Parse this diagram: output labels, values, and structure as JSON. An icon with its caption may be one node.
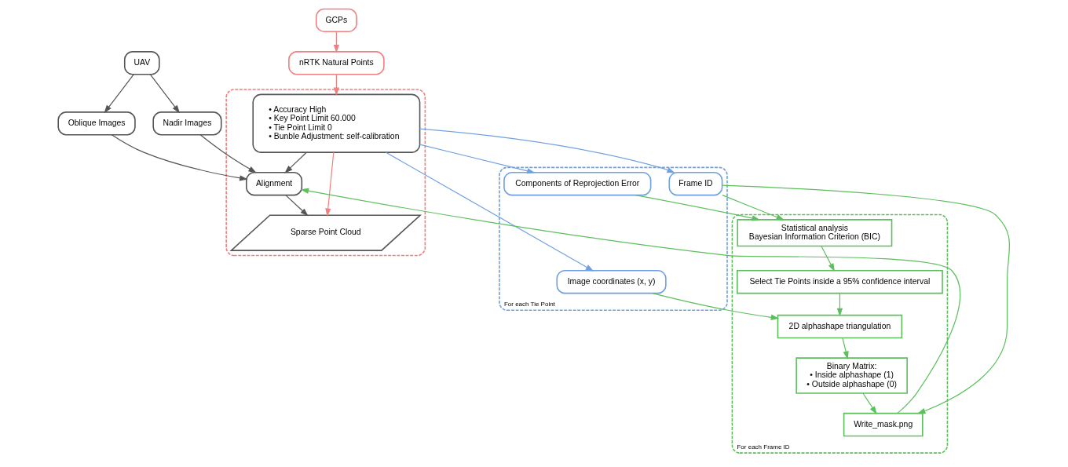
{
  "diagram": {
    "nodes": [
      {
        "text": [
          "UAV"
        ]
      },
      {
        "text": [
          "GCPs"
        ]
      },
      {
        "text": [
          "Nadir Images"
        ]
      },
      {
        "text": [
          "Oblique Images"
        ]
      },
      {
        "text": [
          "nRTK Natural Points"
        ]
      },
      {
        "text": [],
        "shape": "box"
      },
      {
        "text": [
          "Alignment"
        ],
        "in": 5
      },
      {
        "text": [
          "• Accuracy High",
          "• Key Point Limit 60.000",
          "• Tie Point Limit 0",
          "• Bunble Adjustment: self-calibration"
        ],
        "in": 5
      },
      {
        "text": [
          "Sparse Point Cloud"
        ],
        "in": 5
      },
      {
        "text": [
          "For each Tie Point"
        ]
      },
      {
        "text": [
          "Components of Reprojection Error"
        ],
        "in": 9
      },
      {
        "text": [
          "Frame ID"
        ],
        "in": 9
      },
      {
        "text": [
          "Image coordinates (x, y)"
        ],
        "in": 9
      },
      {
        "text": [
          "For each Frame ID"
        ]
      },
      {
        "text": [
          "Statistical analysis",
          "Bayesian Information Criterion (BIC)"
        ],
        "in": 13
      },
      {
        "text": [
          "Select Tie Points inside a 95% confidence interval"
        ],
        "in": 13
      },
      {
        "text": [
          "2D alphashape triangulation"
        ],
        "in": 13
      },
      {
        "text": [
          "Binary Matrix:",
          "• Inside alphashape (1)",
          "• Outside alphashape (0)"
        ],
        "in": 13
      },
      {
        "text": [
          "Write_mask.png"
        ],
        "in": 13
      }
    ],
    "edges": [
      {
        "from": 0,
        "to": 2,
        "arrow": "to",
        "color": "#555555"
      },
      {
        "from": 0,
        "to": 3,
        "arrow": "to",
        "color": "#555555"
      },
      {
        "from": 1,
        "to": 4,
        "arrow": "to",
        "color": "#f08080"
      },
      {
        "from": 2,
        "to": 6,
        "arrow": "to",
        "color": "#555555"
      },
      {
        "from": 3,
        "to": 6,
        "arrow": "to",
        "color": "#555555"
      },
      {
        "from": 4,
        "to": 7,
        "arrow": "to",
        "color": "#f08080"
      },
      {
        "from": 7,
        "to": 6,
        "arrow": "to",
        "color": "#555555"
      },
      {
        "from": 6,
        "to": 8,
        "arrow": "to",
        "color": "#555555"
      },
      {
        "from": 7,
        "to": 8,
        "arrow": "to",
        "color": "#f08080"
      },
      {
        "from": 7,
        "to": 10,
        "arrow": "to",
        "color": "#6fa0e0"
      },
      {
        "from": 7,
        "to": 11,
        "arrow": "to",
        "color": "#6fa0e0"
      },
      {
        "from": 7,
        "to": 12,
        "arrow": "to",
        "color": "#6fa0e0"
      },
      {
        "from": 10,
        "to": 14,
        "arrow": "to",
        "color": "#5cbf5c"
      },
      {
        "from": 11,
        "to": 14,
        "arrow": "to",
        "color": "#5cbf5c"
      },
      {
        "from": 11,
        "to": 18,
        "arrow": "to",
        "color": "#5cbf5c"
      },
      {
        "from": 12,
        "to": 16,
        "arrow": "to",
        "color": "#5cbf5c"
      },
      {
        "from": 14,
        "to": 15,
        "arrow": "to",
        "color": "#5cbf5c"
      },
      {
        "from": 15,
        "to": 16,
        "arrow": "to",
        "color": "#5cbf5c"
      },
      {
        "from": 16,
        "to": 17,
        "arrow": "to",
        "color": "#5cbf5c"
      },
      {
        "from": 17,
        "to": 18,
        "arrow": "to",
        "color": "#5cbf5c"
      },
      {
        "from": 18,
        "to": 6,
        "arrow": "to",
        "color": "#5cbf5c"
      }
    ]
  }
}
